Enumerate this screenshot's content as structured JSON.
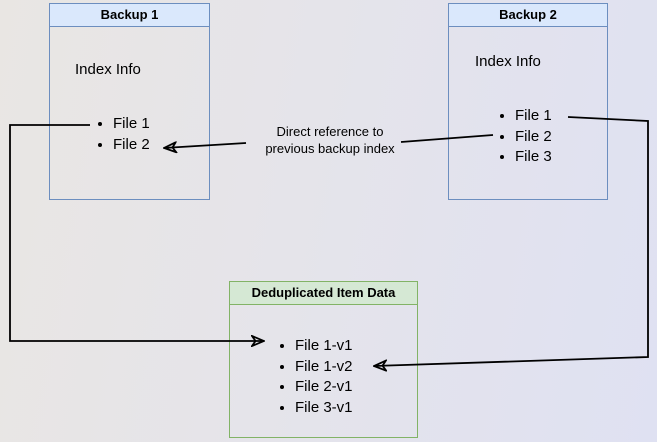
{
  "diagram": {
    "backup1": {
      "title": "Backup 1",
      "body_heading": "Index Info",
      "items": [
        "File 1",
        "File 2"
      ]
    },
    "backup2": {
      "title": "Backup 2",
      "body_heading": "Index Info",
      "items": [
        "File 1",
        "File 2",
        "File 3"
      ]
    },
    "dedup": {
      "title": "Deduplicated Item Data",
      "items": [
        "File 1-v1",
        "File 1-v2",
        "File 2-v1",
        "File 3-v1"
      ]
    },
    "edge_label": {
      "line1": "Direct reference to",
      "line2": "previous backup index"
    },
    "colors": {
      "blue_fill": "#dae8fc",
      "blue_border": "#6c8ebf",
      "green_fill": "#d5e8d4",
      "green_border": "#82b366",
      "line_color": "#000000"
    }
  }
}
